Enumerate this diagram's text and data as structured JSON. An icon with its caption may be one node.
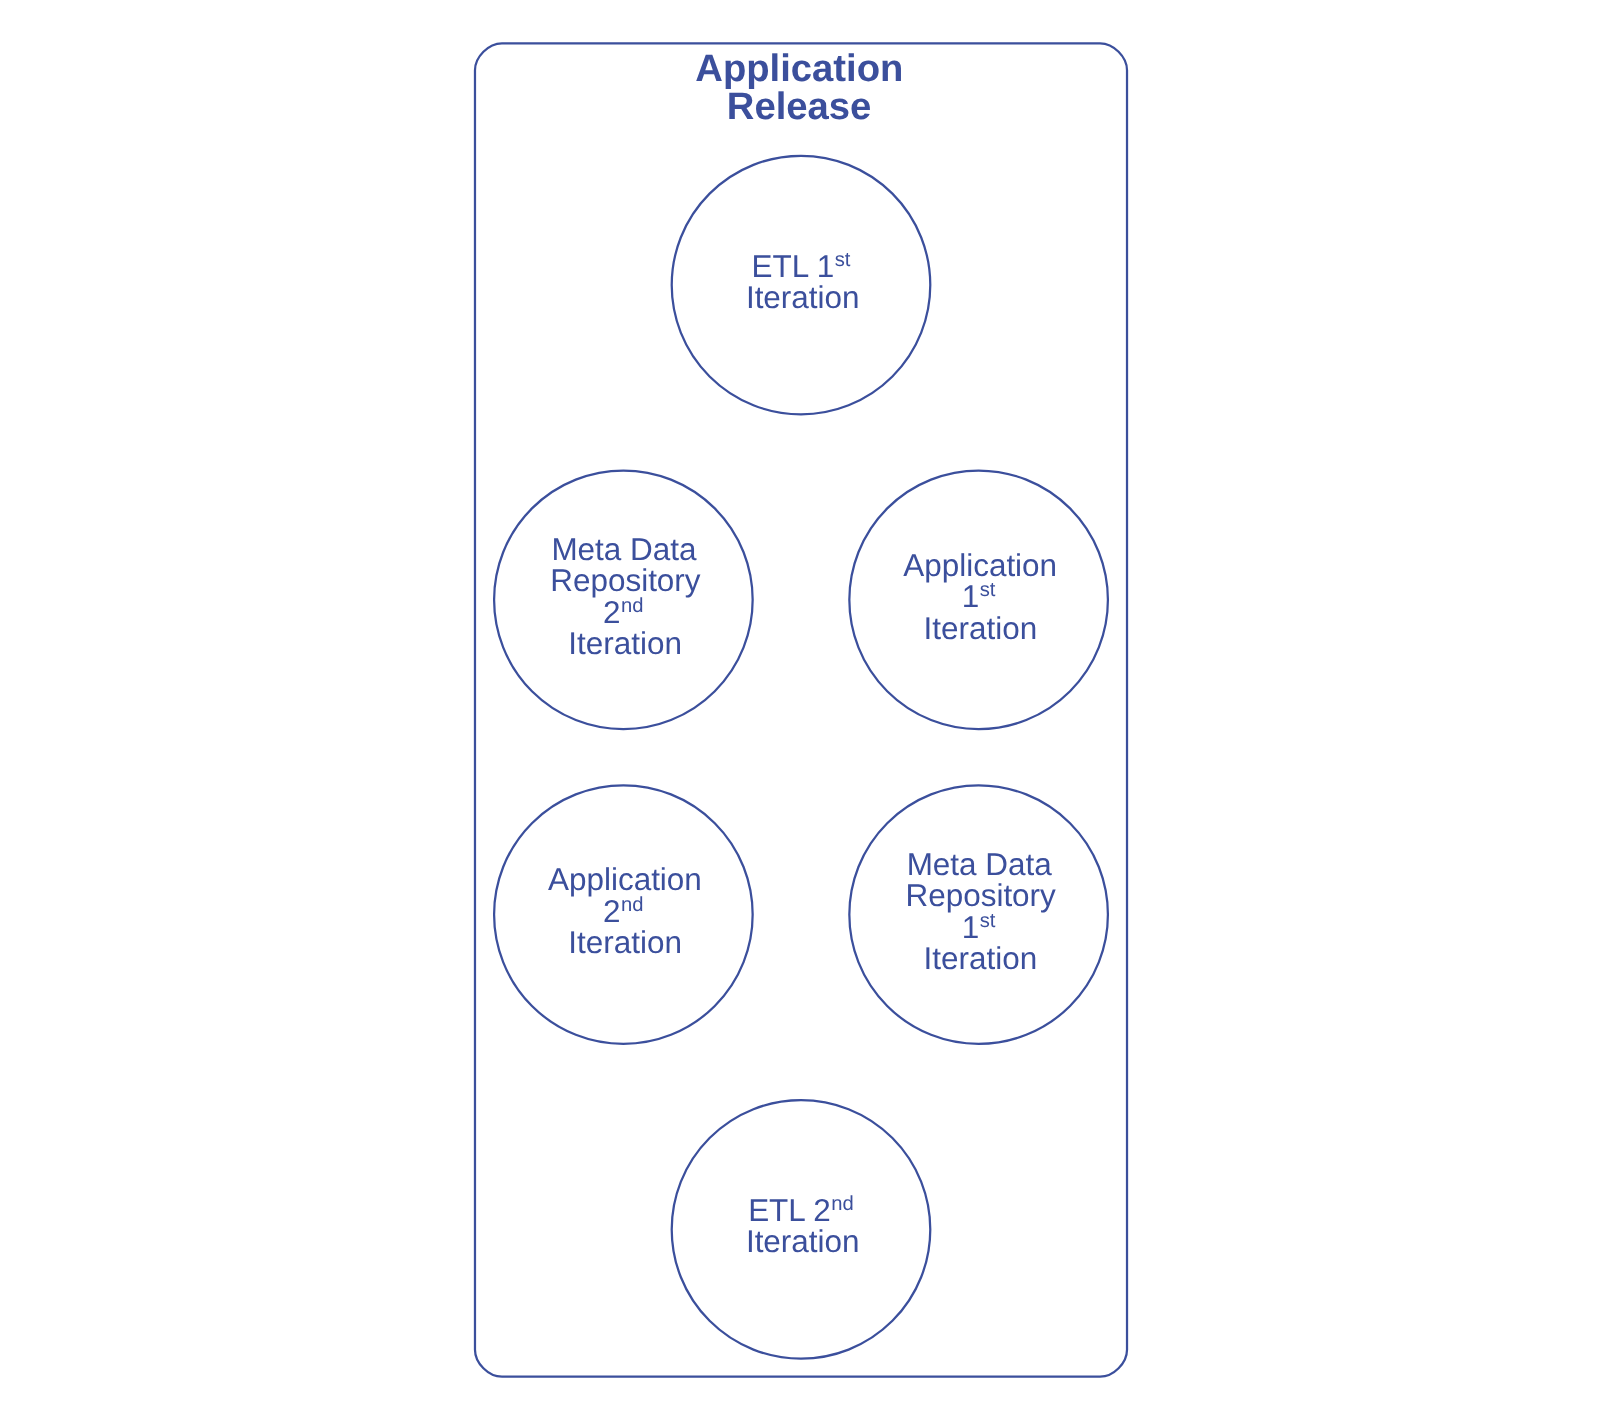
{
  "diagram": {
    "nodes": [
      {
        "text": [
          "Application Release"
        ]
      },
      {
        "text": [
          "ETL 1$^{st}$ Iteration"
        ],
        "in": 0
      },
      {
        "text": [
          "Meta Data Repository 2$^{nd}$ Iteration"
        ],
        "in": 0
      },
      {
        "text": [
          "Application 1$^{st}$ Iteration"
        ],
        "in": 0
      },
      {
        "text": [
          "Application 2$^{nd}$ Iteration"
        ],
        "in": 0
      },
      {
        "text": [
          "Meta Data Repository 1$^{st}$ Iteration"
        ],
        "in": 0
      },
      {
        "text": [
          "ETL 2$^{nd}$ Iteration"
        ],
        "in": 0
      }
    ],
    "edges": []
  }
}
